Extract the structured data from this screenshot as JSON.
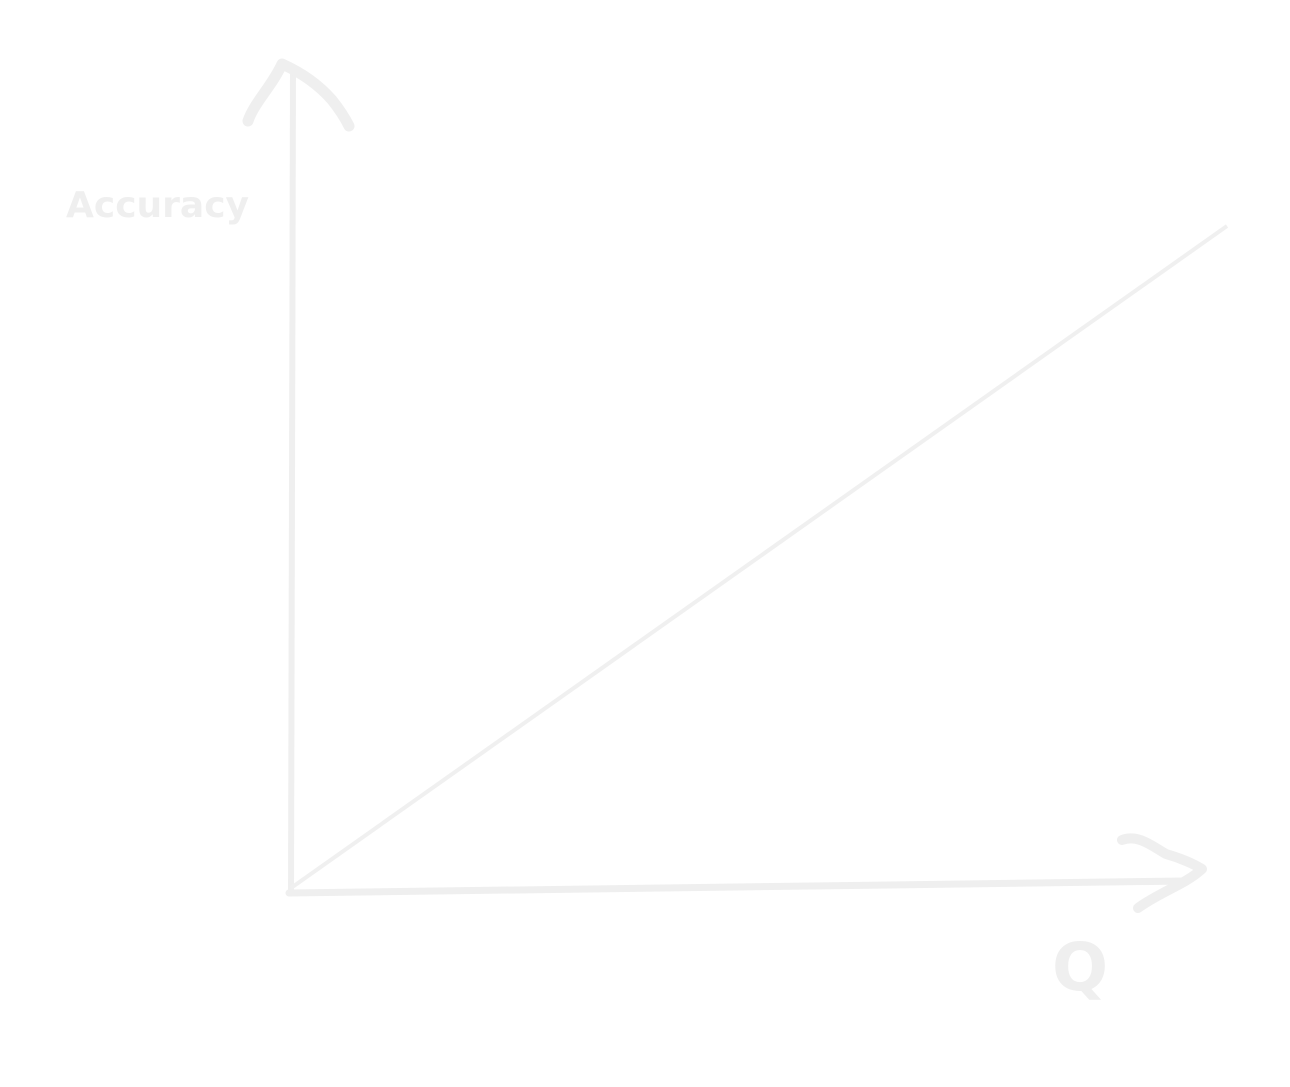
{
  "chart_data": {
    "type": "line",
    "xlabel": "Q",
    "ylabel": "Accuracy",
    "series": [
      {
        "x": [
          0,
          1
        ],
        "y": [
          0,
          1
        ]
      }
    ],
    "xlim": [
      0,
      1
    ],
    "ylim": [
      0,
      1
    ],
    "grid": false,
    "legend": "none",
    "colors": {
      "background": "#ffffff",
      "stroke": "#efefef",
      "line": "#f0f0f0",
      "text": "#efefef"
    }
  }
}
